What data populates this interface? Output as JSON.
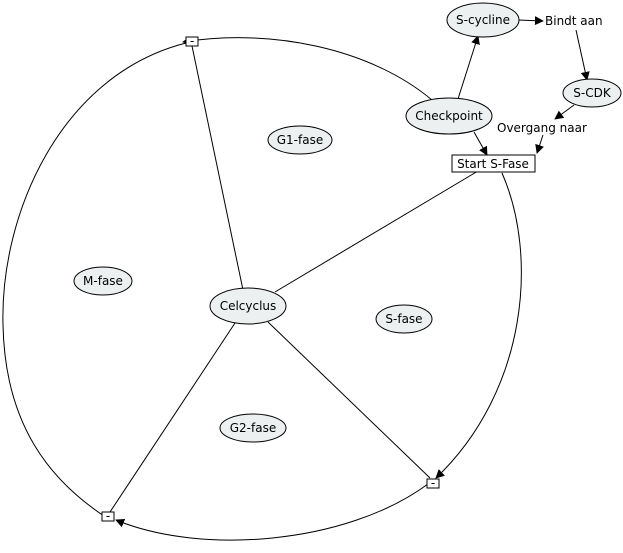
{
  "colors": {
    "node_fill": "#ecf0f1",
    "stroke": "#000000",
    "background": "#ffffff"
  },
  "nodes": {
    "celcyclus": "Celcyclus",
    "g1_fase": "G1-fase",
    "m_fase": "M-fase",
    "s_fase": "S-fase",
    "g2_fase": "G2-fase",
    "checkpoint": "Checkpoint",
    "s_cycline": "S-cycline",
    "s_cdk": "S-CDK",
    "start_s_fase": "Start S-Fase"
  },
  "link_labels": {
    "bindt_aan": "Bindt aan",
    "overgang_naar": "Overgang naar"
  },
  "connectors": {
    "top": "-",
    "bottom_left": "-",
    "bottom_right": "-"
  }
}
